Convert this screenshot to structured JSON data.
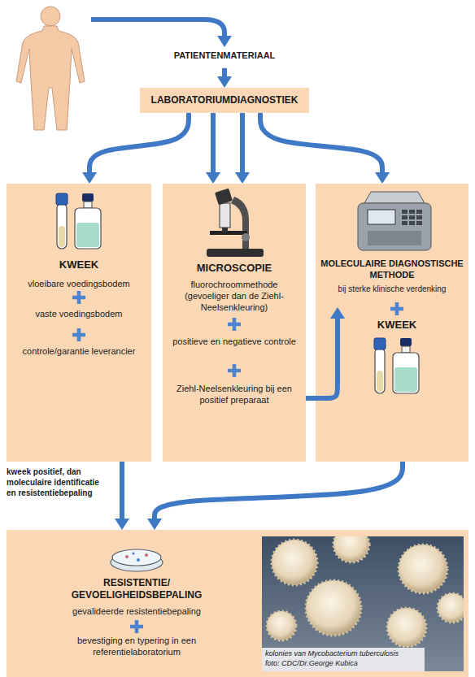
{
  "diagram": {
    "nodes": [
      {
        "text": [
          "PATIENTENMATERIAAL"
        ]
      },
      {
        "text": [
          "LABORATORIUMDIAGNOSTIEK"
        ]
      },
      {
        "text": [
          "KWEEK",
          "vloeibare voedingsbodem",
          "vaste voedingsbodem",
          "controle/garantie leverancier"
        ]
      },
      {
        "text": [
          "MICROSCOPIE",
          "fluorochroommethode (gevoeliger dan de Ziehl-Neelsenkleuring)",
          "positieve en negatieve controle",
          "Ziehl-Neelsenkleuring bij een positief preparaat"
        ]
      },
      {
        "text": [
          "MOLECULAIRE DIAGNOSTISCHE METHODE",
          "bij sterke klinische verdenking",
          "KWEEK"
        ]
      },
      {
        "text": [
          "RESISTENTIE/ GEVOELIGHEIDSBEPALING",
          "gevalideerde resistentiebepaling",
          "bevestiging en typering in een referentielaboratorium"
        ]
      }
    ],
    "edges": [
      {
        "from": 0,
        "to": 1,
        "arrow": "to"
      },
      {
        "from": 1,
        "to": 2,
        "arrow": "to"
      },
      {
        "from": 1,
        "to": 3,
        "arrow": "to"
      },
      {
        "from": 1,
        "to": 3,
        "arrow": "to"
      },
      {
        "from": 1,
        "to": 4,
        "arrow": "to"
      },
      {
        "from": 3,
        "to": 4,
        "arrow": "to"
      },
      {
        "from": 2,
        "to": 5,
        "arrow": "to",
        "label": "kweek positief, dan moleculaire identificatie en resistentiebepaling"
      },
      {
        "from": 4,
        "to": 5,
        "arrow": "to"
      }
    ],
    "labels": [
      "kolonies van Mycobacterium tuberculosis",
      "foto: CDC/Dr.George Kubica"
    ]
  }
}
